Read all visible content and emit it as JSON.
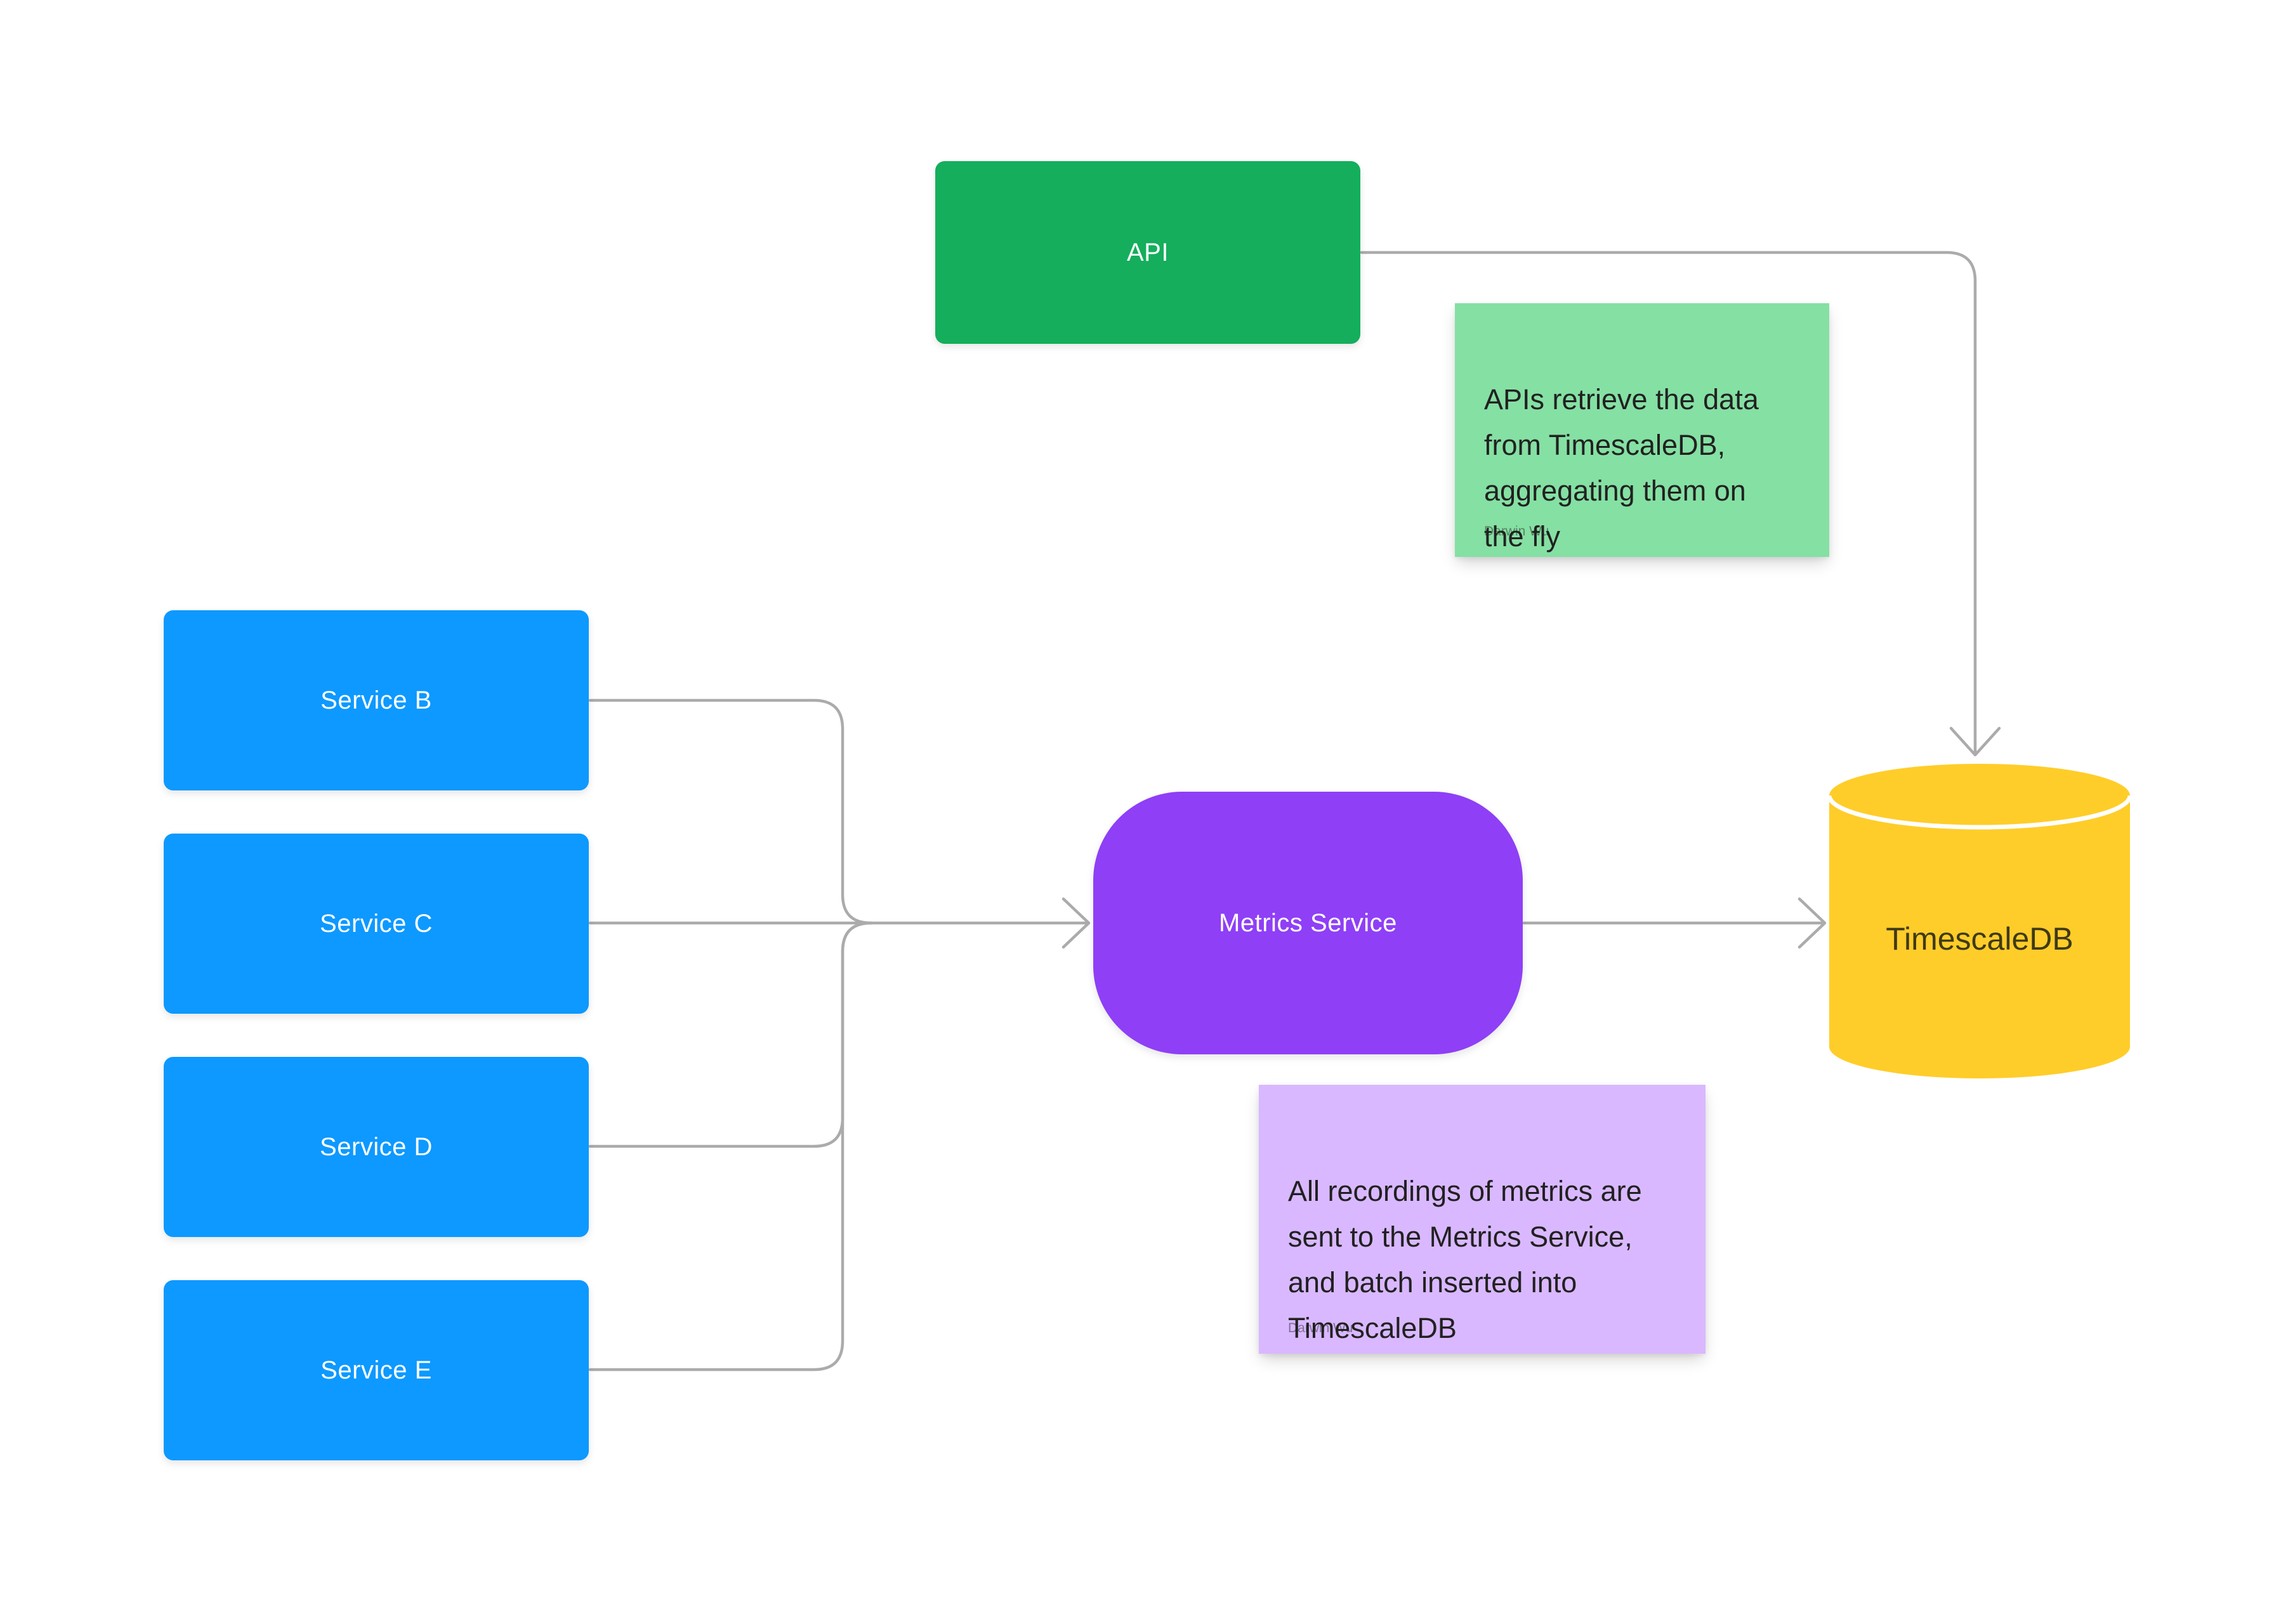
{
  "canvas": {
    "background": "#ffffff",
    "description": "Whiteboard architecture diagram: services send metrics to a Metrics Service which batch-inserts into TimescaleDB; APIs read from TimescaleDB"
  },
  "colors": {
    "canvas_bg": "#ffffff",
    "node_green": "#14ae5c",
    "node_blue": "#0d99ff",
    "node_purple": "#8f3ff6",
    "db_yellow": "#ffcd29",
    "db_text": "#3f3a15",
    "sticky_green": "#85e0a3",
    "sticky_violet": "#d9b8ff",
    "connector_gray": "#ababab",
    "node_text": "#ffffff",
    "sticky_text": "#212121"
  },
  "nodes": {
    "api": {
      "label": "API",
      "shape": "rectangle",
      "color": "#14ae5c"
    },
    "service_b": {
      "label": "Service B",
      "shape": "rectangle",
      "color": "#0d99ff"
    },
    "service_c": {
      "label": "Service C",
      "shape": "rectangle",
      "color": "#0d99ff"
    },
    "service_d": {
      "label": "Service D",
      "shape": "rectangle",
      "color": "#0d99ff"
    },
    "service_e": {
      "label": "Service E",
      "shape": "rectangle",
      "color": "#0d99ff"
    },
    "metrics_service": {
      "label": "Metrics Service",
      "shape": "rounded-pill",
      "color": "#8f3ff6"
    },
    "timescaledb": {
      "label": "TimescaleDB",
      "shape": "cylinder",
      "color": "#ffcd29"
    }
  },
  "stickies": {
    "api_note": {
      "text": "APIs retrieve the data\nfrom TimescaleDB,\naggregating them on\nthe fly",
      "author": "Darwin Wu",
      "color": "#85e0a3"
    },
    "metrics_note": {
      "text": "All recordings of metrics are\nsent to the Metrics Service,\nand batch inserted into\nTimescaleDB",
      "author": "Darwin Wu",
      "color": "#d9b8ff"
    }
  },
  "connectors": [
    {
      "from": "api",
      "to": "timescaledb",
      "style": "elbow-arrow"
    },
    {
      "from": "service_b",
      "to": "metrics_service",
      "style": "merged-arrow"
    },
    {
      "from": "service_c",
      "to": "metrics_service",
      "style": "merged-arrow"
    },
    {
      "from": "service_d",
      "to": "metrics_service",
      "style": "merged-arrow"
    },
    {
      "from": "service_e",
      "to": "metrics_service",
      "style": "merged-arrow"
    },
    {
      "from": "metrics_service",
      "to": "timescaledb",
      "style": "straight-arrow"
    }
  ]
}
